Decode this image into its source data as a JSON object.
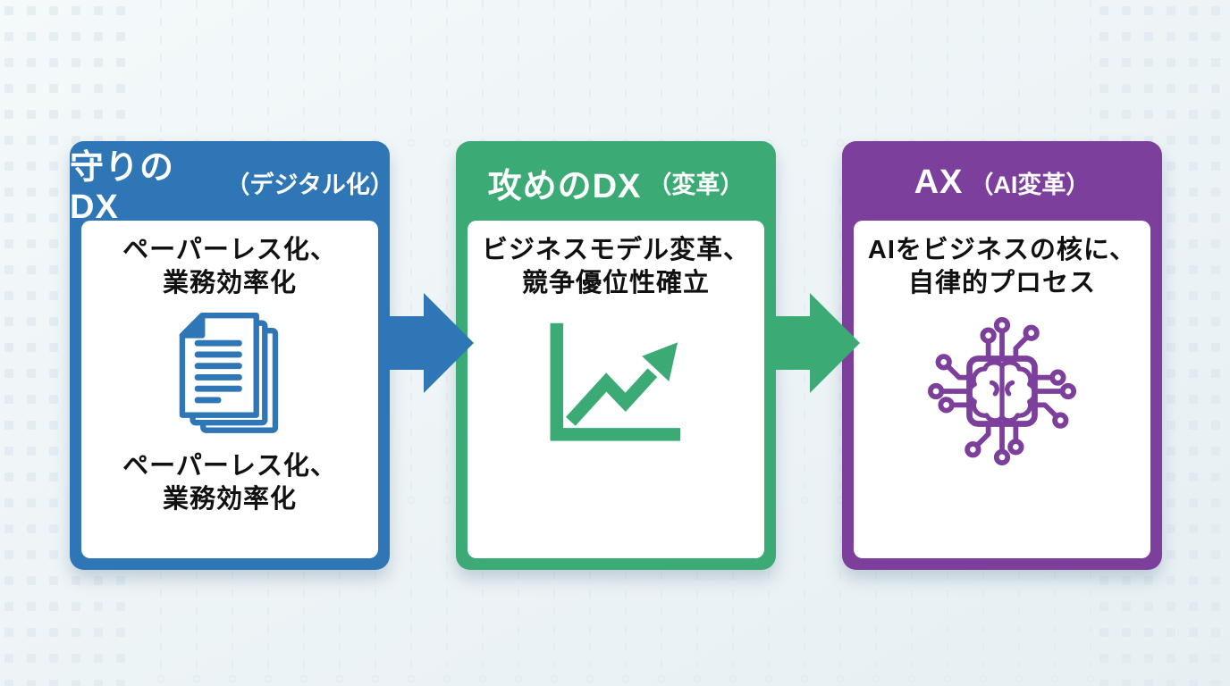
{
  "canvas": {
    "bg_color": "#EDF3F6",
    "pattern_color": "#DBE6EE",
    "card_panel_color": "#FFFFFF",
    "body_text_color": "#111111"
  },
  "cards": [
    {
      "title_main": "守りのDX",
      "title_sub": "（デジタル化）",
      "color": "#2E76B5",
      "body_lines": [
        "ペーパーレス化、",
        "業務効率化"
      ],
      "icon": "documents-icon",
      "footer_lines": [
        "ペーパーレス化、",
        "業務効率化"
      ]
    },
    {
      "title_main": "攻めのDX",
      "title_sub": "（変革）",
      "color": "#3BAA75",
      "body_lines": [
        "ビジネスモデル変革、",
        "競争優位性確立"
      ],
      "icon": "growth-chart-icon"
    },
    {
      "title_main": "AX",
      "title_sub": "（AI変革）",
      "color": "#7C3F9B",
      "body_lines": [
        "AIをビジネスの核に、",
        "自律的プロセス"
      ],
      "icon": "ai-brain-chip-icon"
    }
  ],
  "arrows": [
    {
      "name": "arrow-mamori-to-seme",
      "color": "#2E76B5"
    },
    {
      "name": "arrow-seme-to-ax",
      "color": "#3BAA75"
    }
  ]
}
